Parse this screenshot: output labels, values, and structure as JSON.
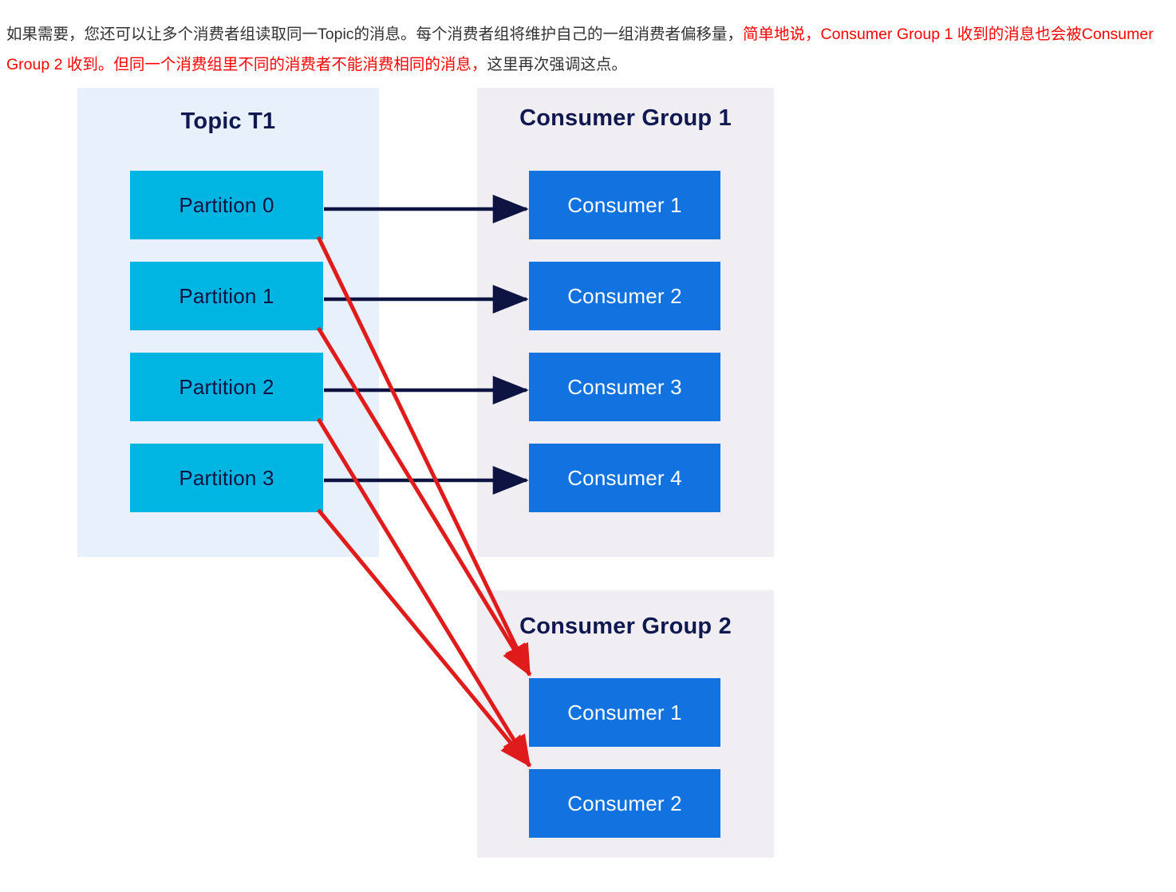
{
  "caption": {
    "segments": [
      {
        "text": "如果需要，您还可以让多个消费者组读取同一Topic的消息。每个消费者组将维护自己的一组消费者偏移量，",
        "highlight": false
      },
      {
        "text": "简单地说，Consumer Group 1 收到的消息也会被Consumer Group 2 收到。但同一个消费组里不同的消费者不能消费相同的消息，",
        "highlight": true
      },
      {
        "text": "这里再次强调这点。",
        "highlight": false
      }
    ]
  },
  "diagram": {
    "type": "kafka-consumer-group-diagram",
    "colors": {
      "topic_panel_bg": "#e7f0fb",
      "group_panel_bg": "#f0eef2",
      "partition_fill": "#00b5e2",
      "partition_text": "#0d1442",
      "consumer_fill": "#1172e0",
      "consumer_text": "#ffffff",
      "title_text": "#10194f",
      "primary_arrow": "#0d1442",
      "secondary_arrow": "#e01b1b"
    },
    "panels": [
      {
        "id": "topic-t1",
        "title": "Topic T1",
        "nodes": [
          {
            "id": "partition-0",
            "label": "Partition 0"
          },
          {
            "id": "partition-1",
            "label": "Partition 1"
          },
          {
            "id": "partition-2",
            "label": "Partition 2"
          },
          {
            "id": "partition-3",
            "label": "Partition 3"
          }
        ]
      },
      {
        "id": "consumer-group-1",
        "title": "Consumer Group 1",
        "nodes": [
          {
            "id": "cg1-consumer-1",
            "label": "Consumer 1"
          },
          {
            "id": "cg1-consumer-2",
            "label": "Consumer 2"
          },
          {
            "id": "cg1-consumer-3",
            "label": "Consumer 3"
          },
          {
            "id": "cg1-consumer-4",
            "label": "Consumer 4"
          }
        ]
      },
      {
        "id": "consumer-group-2",
        "title": "Consumer Group 2",
        "nodes": [
          {
            "id": "cg2-consumer-1",
            "label": "Consumer 1"
          },
          {
            "id": "cg2-consumer-2",
            "label": "Consumer 2"
          }
        ]
      }
    ],
    "connections": {
      "to_group_1": [
        {
          "from": "partition-0",
          "to": "cg1-consumer-1"
        },
        {
          "from": "partition-1",
          "to": "cg1-consumer-2"
        },
        {
          "from": "partition-2",
          "to": "cg1-consumer-3"
        },
        {
          "from": "partition-3",
          "to": "cg1-consumer-4"
        }
      ],
      "to_group_2": [
        {
          "from": "partition-0",
          "to": "cg2-consumer-1"
        },
        {
          "from": "partition-1",
          "to": "cg2-consumer-1"
        },
        {
          "from": "partition-2",
          "to": "cg2-consumer-2"
        },
        {
          "from": "partition-3",
          "to": "cg2-consumer-2"
        }
      ]
    }
  }
}
